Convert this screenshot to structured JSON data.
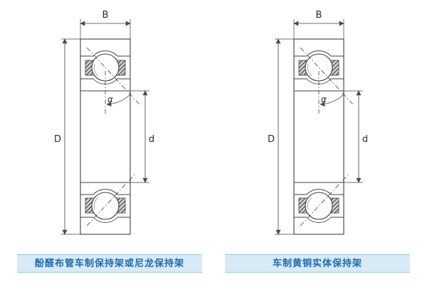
{
  "panels": [
    {
      "caption": "酚醛布管车制保持架或尼龙保持架",
      "labels": {
        "width": "B",
        "outer_diameter": "D",
        "bore_diameter": "d",
        "contact_angle": "α"
      }
    },
    {
      "caption": "车制黄铜实体保持架",
      "labels": {
        "width": "B",
        "outer_diameter": "D",
        "bore_diameter": "d",
        "contact_angle": "α"
      }
    }
  ],
  "colors": {
    "caption_text": "#1b6cb3",
    "caption_background": "#d9eaf7",
    "caption_rule": "#9cc4e4",
    "drawing_line": "#3f3f3f"
  }
}
